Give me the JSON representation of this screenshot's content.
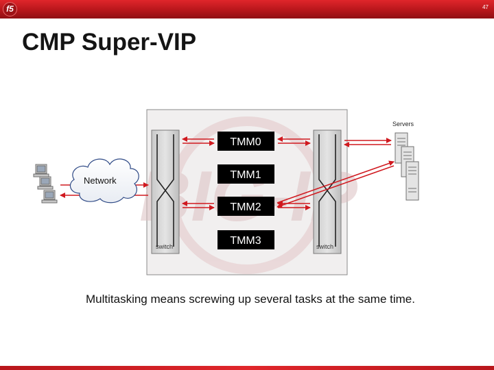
{
  "header": {
    "logo_text": "f5",
    "page_number": "47",
    "accent_color": "#c41a1f"
  },
  "title": "CMP Super-VIP",
  "diagram": {
    "watermark_text": "BIG-IP",
    "servers_label": "Servers",
    "network_label": "Network",
    "switch_left_label": "switch",
    "switch_right_label": "switch",
    "tmms": [
      {
        "label": "TMM0"
      },
      {
        "label": "TMM1"
      },
      {
        "label": "TMM2"
      },
      {
        "label": "TMM3"
      }
    ],
    "arrow_color": "#d0191f"
  },
  "caption": "Multitasking means screwing up several tasks at the same time."
}
